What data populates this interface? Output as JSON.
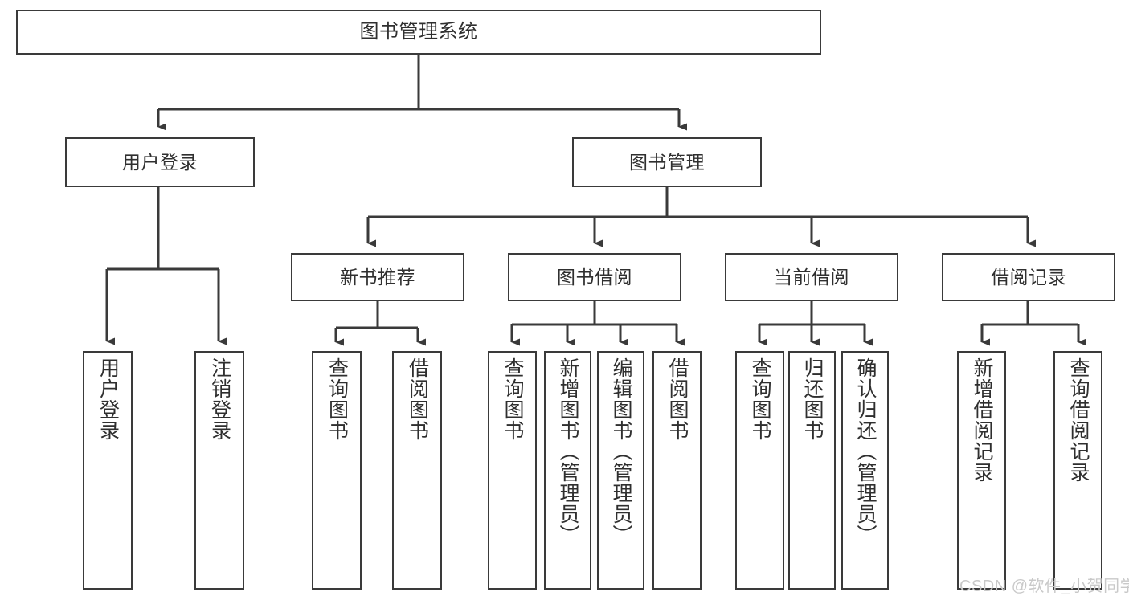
{
  "diagram": {
    "title": "图书管理系统",
    "type": "tree-hierarchy",
    "root": {
      "label": "图书管理系统"
    },
    "level2": [
      {
        "label": "用户登录"
      },
      {
        "label": "图书管理"
      }
    ],
    "level3": [
      {
        "label": "新书推荐"
      },
      {
        "label": "图书借阅"
      },
      {
        "label": "当前借阅"
      },
      {
        "label": "借阅记录"
      }
    ],
    "leaves": {
      "user_login": [
        {
          "label": "用户登录"
        },
        {
          "label": "注销登录"
        }
      ],
      "new_book_recommend": [
        {
          "label": "查询图书"
        },
        {
          "label": "借阅图书"
        }
      ],
      "book_borrow": [
        {
          "label": "查询图书"
        },
        {
          "label": "新增图书（管理员）"
        },
        {
          "label": "编辑图书（管理员）"
        },
        {
          "label": "借阅图书"
        }
      ],
      "current_borrow": [
        {
          "label": "查询图书"
        },
        {
          "label": "归还图书"
        },
        {
          "label": "确认归还（管理员）"
        }
      ],
      "borrow_record": [
        {
          "label": "新增借阅记录"
        },
        {
          "label": "查询借阅记录"
        }
      ]
    }
  },
  "watermark": {
    "text": "CSDN @软件_小贺同学"
  },
  "colors": {
    "border": "#3a3a3a",
    "text": "#2f2f2f",
    "background": "#ffffff",
    "watermark": "#c9c9c9"
  }
}
